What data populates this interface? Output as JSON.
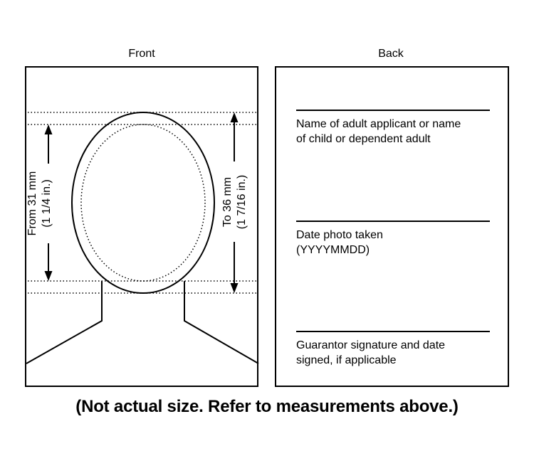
{
  "front": {
    "title": "Front",
    "min_label_line1": "From 31 mm",
    "min_label_line2": "(1 1/4 in.)",
    "max_label_line1": "To 36 mm",
    "max_label_line2": "(1 7/16 in.)"
  },
  "back": {
    "title": "Back",
    "fields": [
      {
        "label_line1": "Name of adult applicant or name",
        "label_line2": "of child or dependent adult"
      },
      {
        "label_line1": "Date photo taken",
        "label_line2": "(YYYYMMDD)"
      },
      {
        "label_line1": "Guarantor signature and date",
        "label_line2": "signed, if applicable"
      }
    ]
  },
  "footer_note": "(Not actual size. Refer to measurements above.)"
}
